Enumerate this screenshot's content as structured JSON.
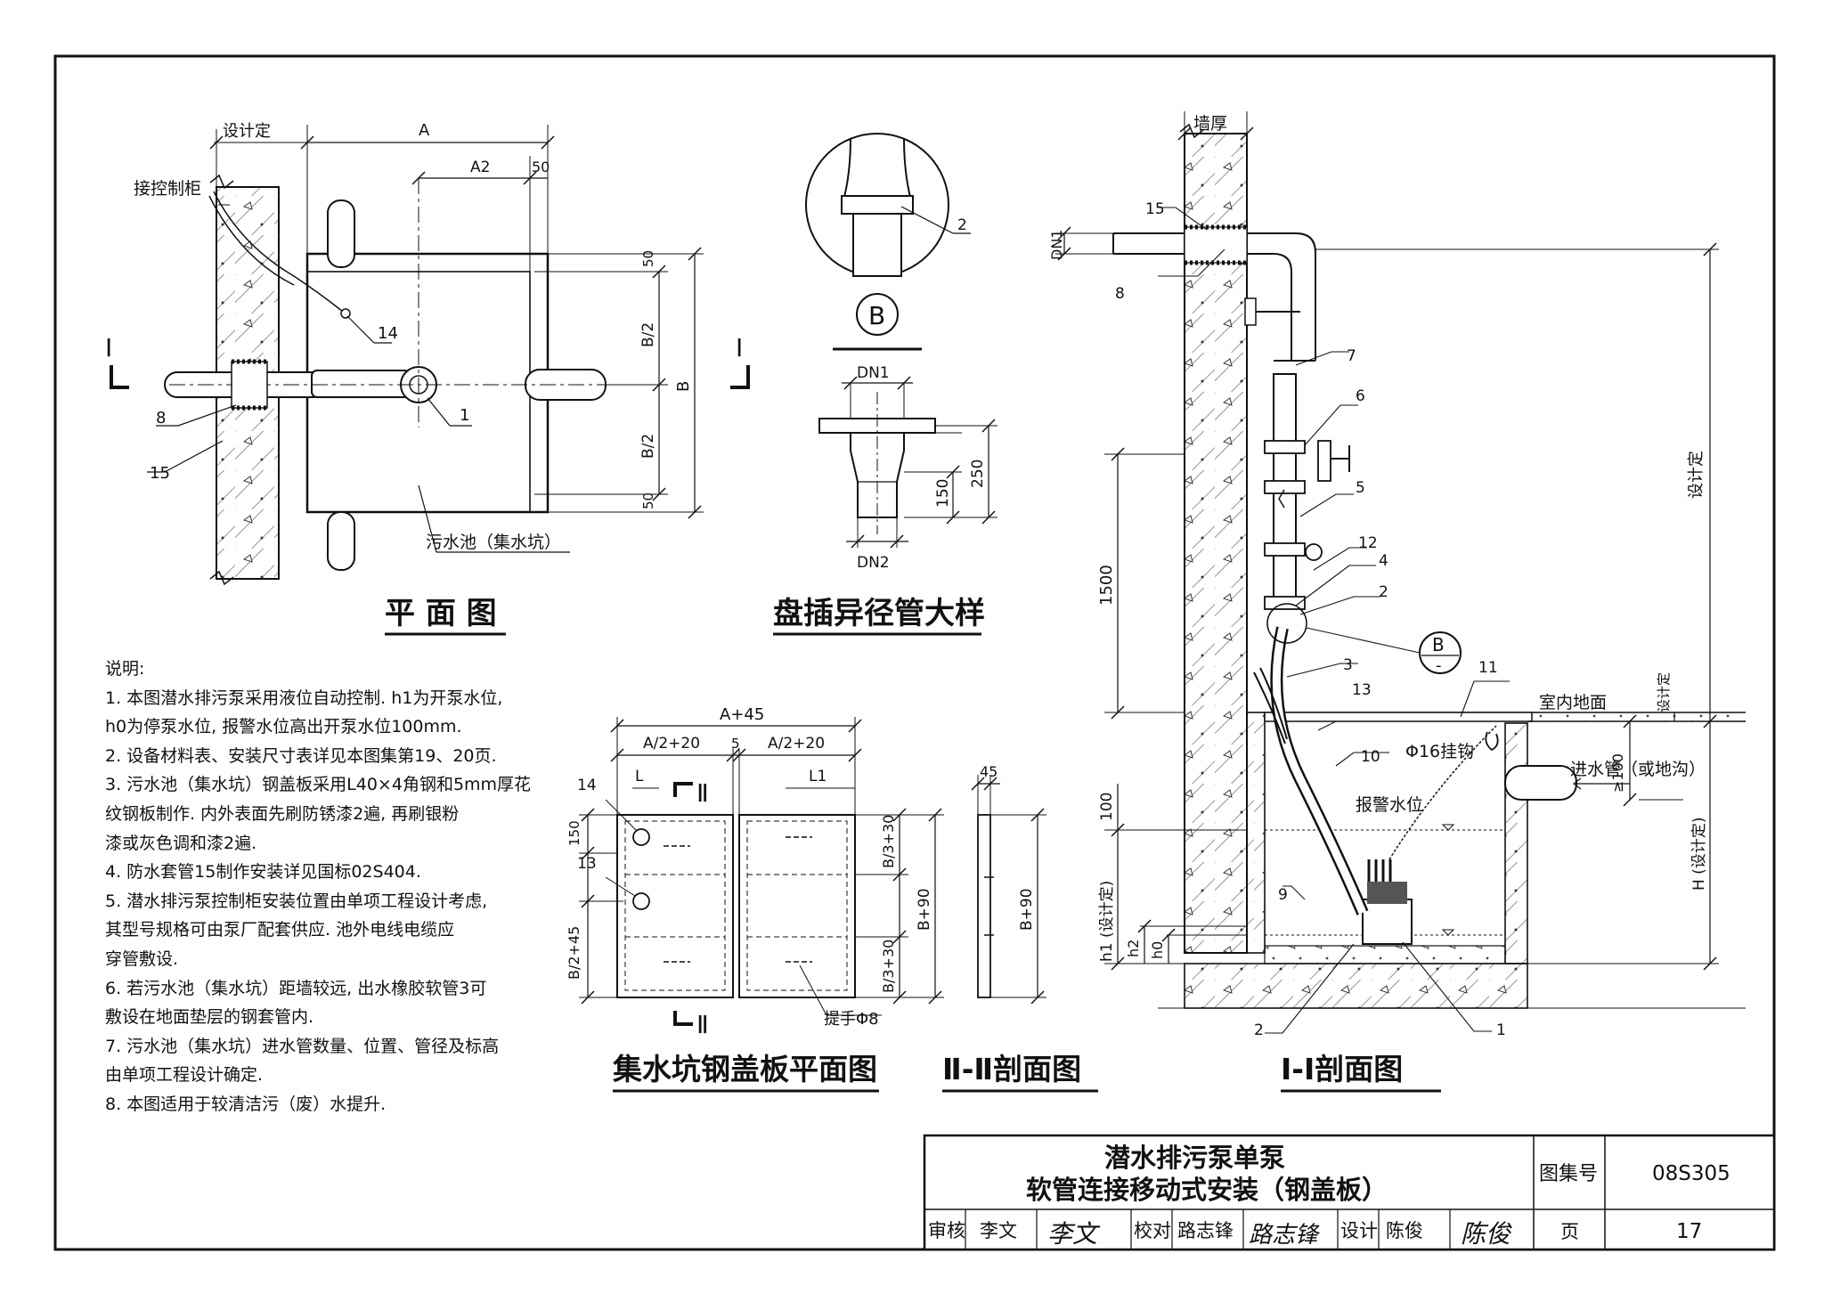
{
  "drawing": {
    "plan_title": "平 面 图",
    "detail_b_title": "盘插异径管大样",
    "cover_plan_title": "集水坑钢盖板平面图",
    "section_ii_title": "Ⅱ-Ⅱ剖面图",
    "section_i_title": "Ⅰ-Ⅰ剖面图"
  },
  "plan": {
    "design_fixed": "设计定",
    "to_control_cabinet": "接控制柜",
    "dim_A": "A",
    "dim_A2": "A2",
    "dim_50_top": "50",
    "dim_50_right_top": "50",
    "dim_B2_top": "B/2",
    "dim_B": "B",
    "dim_B2_bot": "B/2",
    "dim_50_right_bot": "50",
    "section_mark": "Ⅰ",
    "label_14": "14",
    "label_1": "1",
    "label_8": "8",
    "label_15": "15",
    "pit_label": "污水池（集水坑）"
  },
  "detail_b": {
    "label_2": "2",
    "circle_mark": "B",
    "dn1": "DN1",
    "dn2": "DN2",
    "dim_150": "150",
    "dim_250": "250"
  },
  "cover_plan": {
    "dim_A45": "A+45",
    "dim_A220_l": "A/2+20",
    "dim_5": "5",
    "dim_A220_r": "A/2+20",
    "dim_L": "L",
    "dim_L1": "L1",
    "dim_150": "150",
    "dim_B245": "B/2+45",
    "dim_B330_top": "B/3+30",
    "dim_B90": "B+90",
    "dim_B330_bot": "B/3+30",
    "label_14": "14",
    "label_13": "13",
    "sec_mark": "Ⅱ",
    "handle": "提手Φ8"
  },
  "section_ii": {
    "dim_45": "45",
    "dim_B90": "B+90"
  },
  "section_i": {
    "wall_thickness": "墙厚",
    "dn1": "DN1",
    "design_fixed_v": "设计定",
    "dim_1500": "1500",
    "dim_100": "100",
    "dim_h1": "h1 (设计定)",
    "dim_h2": "h2",
    "dim_h0": "h0",
    "dim_ge100": "≥100",
    "dim_H": "H (设计定)",
    "indoor_floor": "室内地面",
    "design_fixed_r": "设计定",
    "hook": "Φ16挂钩",
    "alarm_level": "报警水位",
    "inlet": "进水管（或地沟）",
    "b_mark": "B",
    "b_mark_dash": "-",
    "n15": "15",
    "n8": "8",
    "n7": "7",
    "n6": "6",
    "n5": "5",
    "n12": "12",
    "n4": "4",
    "n2a": "2",
    "n3": "3",
    "n11": "11",
    "n13": "13",
    "n10": "10",
    "n9": "9",
    "n2b": "2",
    "n1": "1"
  },
  "notes": {
    "heading": "说明:",
    "lines": [
      "1. 本图潜水排污泵采用液位自动控制. h1为开泵水位,",
      "    h0为停泵水位, 报警水位高出开泵水位100mm.",
      "2. 设备材料表、安装尺寸表详见本图集第19、20页.",
      "3. 污水池（集水坑）钢盖板采用L40×4角钢和5mm厚花",
      "    纹钢板制作. 内外表面先刷防锈漆2遍, 再刷银粉",
      "    漆或灰色调和漆2遍.",
      "4. 防水套管15制作安装详见国标02S404.",
      "5. 潜水排污泵控制柜安装位置由单项工程设计考虑,",
      "    其型号规格可由泵厂配套供应. 池外电线电缆应",
      "    穿管敷设.",
      "6. 若污水池（集水坑）距墙较远, 出水橡胶软管3可",
      "    敷设在地面垫层的钢套管内.",
      "7. 污水池（集水坑）进水管数量、位置、管径及标高",
      "    由单项工程设计确定.",
      "8. 本图适用于较清洁污（废）水提升."
    ]
  },
  "title_block": {
    "title_line1": "潜水排污泵单泵",
    "title_line2": "软管连接移动式安装（钢盖板）",
    "atlas_label": "图集号",
    "atlas_no": "08S305",
    "review": "审核",
    "reviewer": "李文",
    "reviewer_sign": "李文",
    "check": "校对",
    "checker": "路志锋",
    "checker_sign": "路志锋",
    "design": "设计",
    "designer": "陈俊",
    "designer_sign": "陈俊",
    "page_label": "页",
    "page_no": "17"
  }
}
